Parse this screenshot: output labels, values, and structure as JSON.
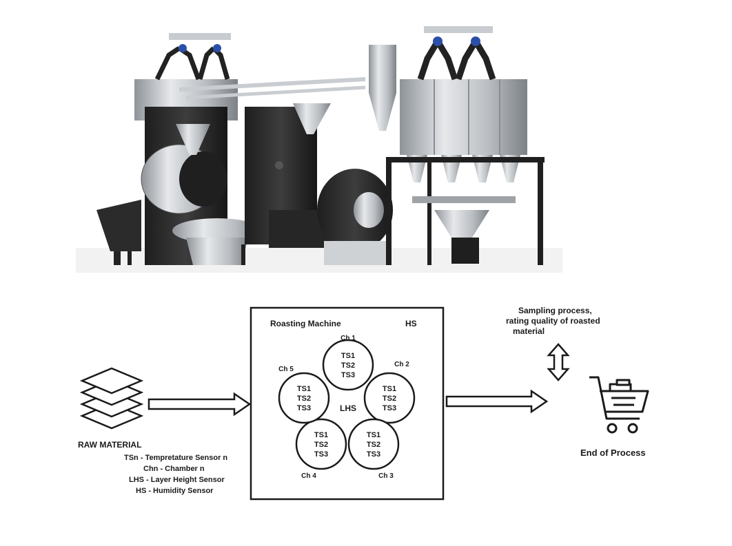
{
  "roasting_machine": {
    "title": "Roasting Machine",
    "hs": "HS",
    "center": "LHS",
    "chambers": [
      {
        "name": "Ch 1",
        "sensors": [
          "TS1",
          "TS2",
          "TS3"
        ]
      },
      {
        "name": "Ch 2",
        "sensors": [
          "TS1",
          "TS2",
          "TS3"
        ]
      },
      {
        "name": "Ch 3",
        "sensors": [
          "TS1",
          "TS2",
          "TS3"
        ]
      },
      {
        "name": "Ch 4",
        "sensors": [
          "TS1",
          "TS2",
          "TS3"
        ]
      },
      {
        "name": "Ch 5",
        "sensors": [
          "TS1",
          "TS2",
          "TS3"
        ]
      }
    ]
  },
  "raw_material": "RAW MATERIAL",
  "legend": [
    "TSn - Tempretature Sensor n",
    "Chn - Chamber n",
    "LHS - Layer Height Sensor",
    "HS - Humidity Sensor"
  ],
  "sampling": [
    "Sampling process,",
    "rating quality of roasted",
    "material"
  ],
  "end_of_process": "End of Process",
  "icons": {
    "raw_material": "layers-stack-icon",
    "sampling": "double-arrow-vertical-icon",
    "end": "shopping-cart-icon"
  },
  "colors": {
    "line": "#1a1a1a",
    "metal": "#b8bcc0",
    "dark": "#2a2a2a"
  }
}
